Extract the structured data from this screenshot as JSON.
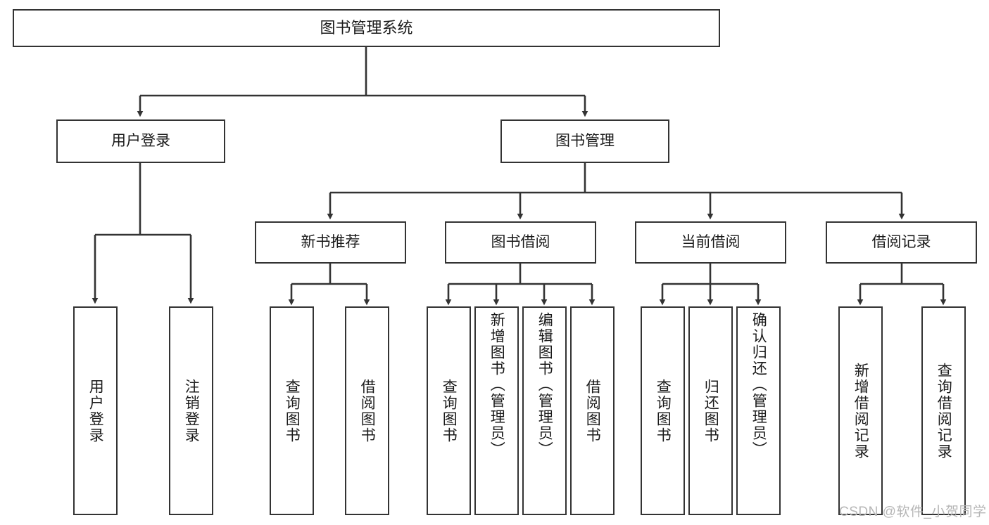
{
  "diagram": {
    "title": "图书管理系统",
    "type": "tree-hierarchy-chart",
    "colors": {
      "node_border": "#333333",
      "node_fill": "#ffffff",
      "edge": "#333333",
      "watermark": "#b6b6b6",
      "background": "#ffffff"
    },
    "watermark": "CSDN @软件_小贺同学",
    "nodes": {
      "root": {
        "label": "图书管理系统"
      },
      "level2": [
        {
          "id": "user-login",
          "label": "用户登录"
        },
        {
          "id": "book-management",
          "label": "图书管理"
        }
      ],
      "level3": [
        {
          "id": "new-book-recommend",
          "label": "新书推荐"
        },
        {
          "id": "book-borrow",
          "label": "图书借阅"
        },
        {
          "id": "current-borrow",
          "label": "当前借阅"
        },
        {
          "id": "borrow-record",
          "label": "借阅记录"
        }
      ],
      "leaves": {
        "user_login": [
          {
            "id": "leaf-user-login",
            "label": "用户登录"
          },
          {
            "id": "leaf-logout-login",
            "label": "注销登录"
          }
        ],
        "new_book_recommend": [
          {
            "id": "leaf-query-book-1",
            "label": "查询图书"
          },
          {
            "id": "leaf-borrow-book-1",
            "label": "借阅图书"
          }
        ],
        "book_borrow": [
          {
            "id": "leaf-query-book-2",
            "label": "查询图书"
          },
          {
            "id": "leaf-add-book",
            "label": "新增图书（管理员）"
          },
          {
            "id": "leaf-edit-book",
            "label": "编辑图书（管理员）"
          },
          {
            "id": "leaf-borrow-book-2",
            "label": "借阅图书"
          }
        ],
        "current_borrow": [
          {
            "id": "leaf-query-book-3",
            "label": "查询图书"
          },
          {
            "id": "leaf-return-book",
            "label": "归还图书"
          },
          {
            "id": "leaf-confirm-return",
            "label": "确认归还（管理员）"
          }
        ],
        "borrow_record": [
          {
            "id": "leaf-add-record",
            "label": "新增借阅记录"
          },
          {
            "id": "leaf-query-record",
            "label": "查询借阅记录"
          }
        ]
      }
    }
  }
}
